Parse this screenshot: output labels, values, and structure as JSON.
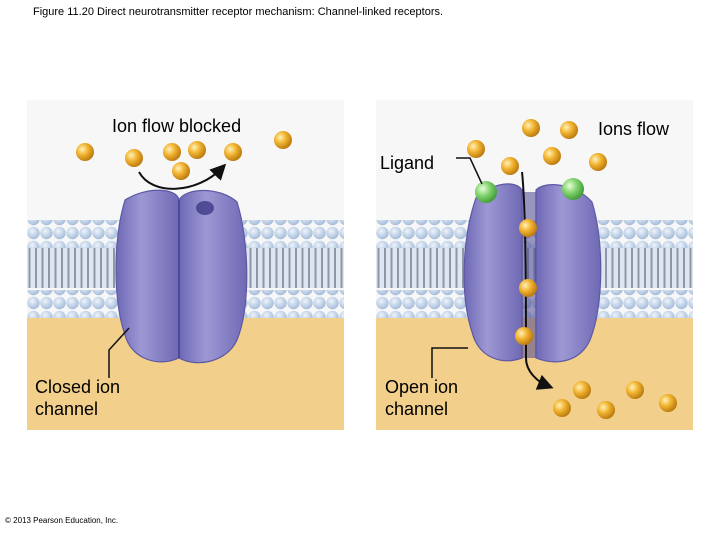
{
  "figure": {
    "title": "Figure 11.20 Direct neurotransmitter receptor mechanism: Channel-linked receptors.",
    "copyright": "© 2013 Pearson Education, Inc."
  },
  "left_panel": {
    "label_top": "Ion flow blocked",
    "label_bottom": "Closed ion\nchannel"
  },
  "right_panel": {
    "label_ligand": "Ligand",
    "label_top": "Ions flow",
    "label_bottom": "Open ion\nchannel"
  },
  "colors": {
    "extracellular": "#f7f7f7",
    "cytoplasm": "#f2cf8a",
    "lipid_head": "#b5cbe6",
    "tail_stripe": "#8b95a6",
    "receptor_protein": "#8b86c8",
    "receptor_dark": "#5d58a6",
    "ion": "#e8a41c",
    "ligand": "#6cc45f"
  }
}
